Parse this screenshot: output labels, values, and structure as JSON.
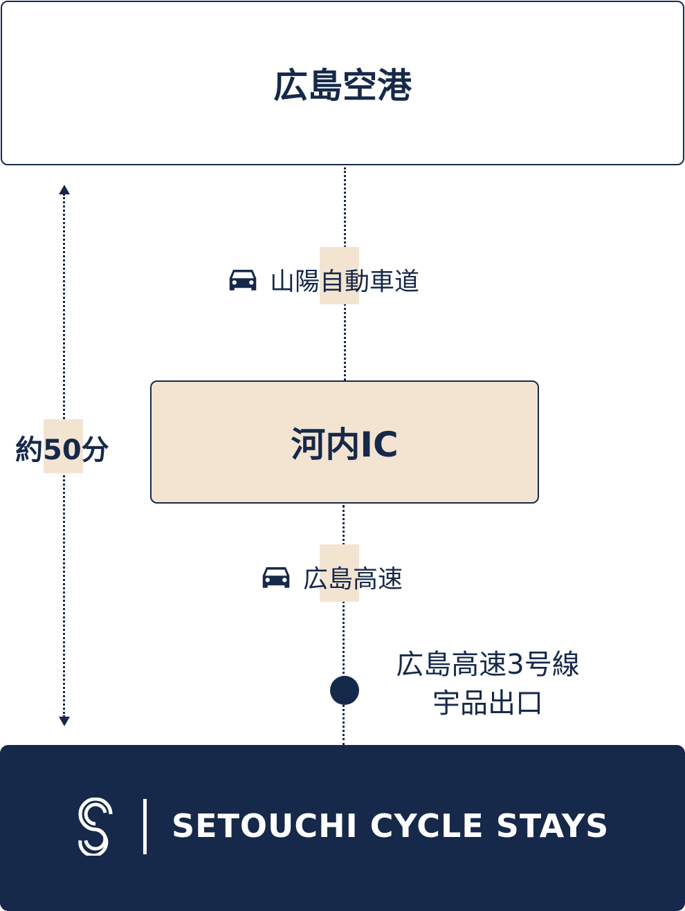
{
  "origin": "広島空港",
  "route1": {
    "icon": "car-icon",
    "label": "山陽自動車道"
  },
  "interchange": "河内IC",
  "route2": {
    "icon": "car-icon",
    "label": "広島高速"
  },
  "exit": {
    "line1": "広島高速3号線",
    "line2": "宇品出口"
  },
  "duration": "約50分",
  "destination": {
    "brand": "SETOUCHI CYCLE STAYS"
  },
  "colors": {
    "navy": "#16294a",
    "beige": "#f3e4d2"
  }
}
